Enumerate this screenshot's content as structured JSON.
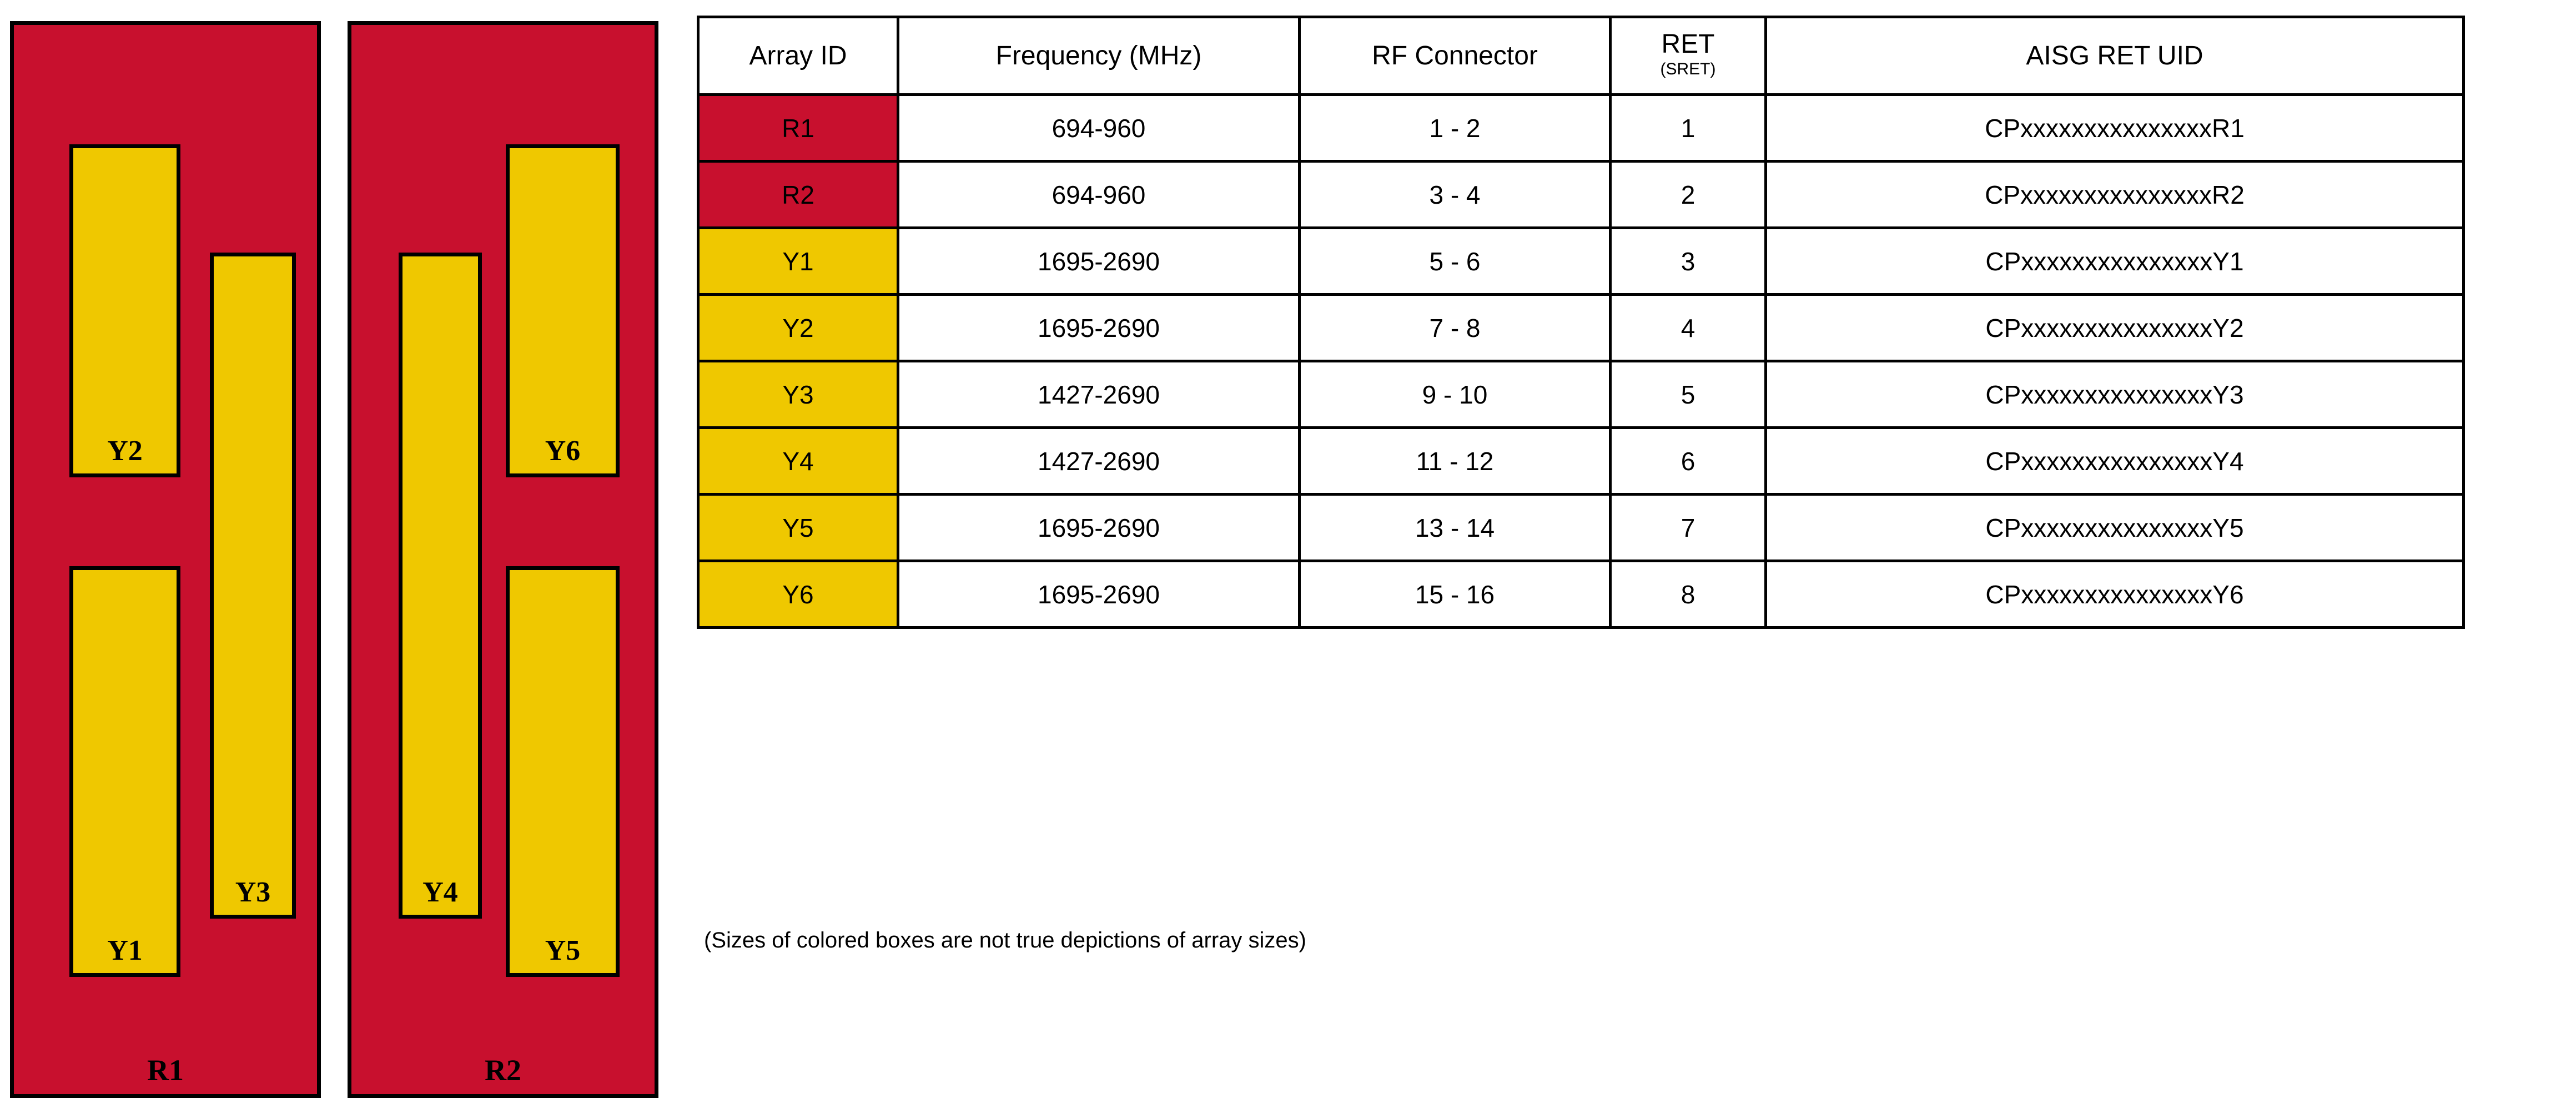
{
  "colors": {
    "red": "#C8102E",
    "yellow": "#EFC800",
    "border": "#000000",
    "background": "#FFFFFF"
  },
  "diagram": {
    "panels": [
      {
        "id": "R1",
        "label": "R1",
        "color": "#C8102E",
        "arrays": [
          {
            "id": "Y2",
            "label": "Y2",
            "color": "#EFC800"
          },
          {
            "id": "Y1",
            "label": "Y1",
            "color": "#EFC800"
          },
          {
            "id": "Y3",
            "label": "Y3",
            "color": "#EFC800"
          }
        ]
      },
      {
        "id": "R2",
        "label": "R2",
        "color": "#C8102E",
        "arrays": [
          {
            "id": "Y4",
            "label": "Y4",
            "color": "#EFC800"
          },
          {
            "id": "Y6",
            "label": "Y6",
            "color": "#EFC800"
          },
          {
            "id": "Y5",
            "label": "Y5",
            "color": "#EFC800"
          }
        ]
      }
    ]
  },
  "table": {
    "headers": {
      "array_id": "Array ID",
      "frequency": "Frequency (MHz)",
      "rf_connector": "RF Connector",
      "ret_main": "RET",
      "ret_sub": "(SRET)",
      "aisg_ret_uid": "AISG RET UID"
    },
    "rows": [
      {
        "array_id": "R1",
        "swatch": "red",
        "frequency": "694-960",
        "rf_connector": "1 - 2",
        "ret": "1",
        "aisg_ret_uid": "CPxxxxxxxxxxxxxxxR1"
      },
      {
        "array_id": "R2",
        "swatch": "red",
        "frequency": "694-960",
        "rf_connector": "3 - 4",
        "ret": "2",
        "aisg_ret_uid": "CPxxxxxxxxxxxxxxxR2"
      },
      {
        "array_id": "Y1",
        "swatch": "yellow",
        "frequency": "1695-2690",
        "rf_connector": "5 - 6",
        "ret": "3",
        "aisg_ret_uid": "CPxxxxxxxxxxxxxxxY1"
      },
      {
        "array_id": "Y2",
        "swatch": "yellow",
        "frequency": "1695-2690",
        "rf_connector": "7 - 8",
        "ret": "4",
        "aisg_ret_uid": "CPxxxxxxxxxxxxxxxY2"
      },
      {
        "array_id": "Y3",
        "swatch": "yellow",
        "frequency": "1427-2690",
        "rf_connector": "9 - 10",
        "ret": "5",
        "aisg_ret_uid": "CPxxxxxxxxxxxxxxxY3"
      },
      {
        "array_id": "Y4",
        "swatch": "yellow",
        "frequency": "1427-2690",
        "rf_connector": "11 - 12",
        "ret": "6",
        "aisg_ret_uid": "CPxxxxxxxxxxxxxxxY4"
      },
      {
        "array_id": "Y5",
        "swatch": "yellow",
        "frequency": "1695-2690",
        "rf_connector": "13 - 14",
        "ret": "7",
        "aisg_ret_uid": "CPxxxxxxxxxxxxxxxY5"
      },
      {
        "array_id": "Y6",
        "swatch": "yellow",
        "frequency": "1695-2690",
        "rf_connector": "15 - 16",
        "ret": "8",
        "aisg_ret_uid": "CPxxxxxxxxxxxxxxxY6"
      }
    ]
  },
  "footnote": "(Sizes of colored boxes are not true depictions of array sizes)"
}
